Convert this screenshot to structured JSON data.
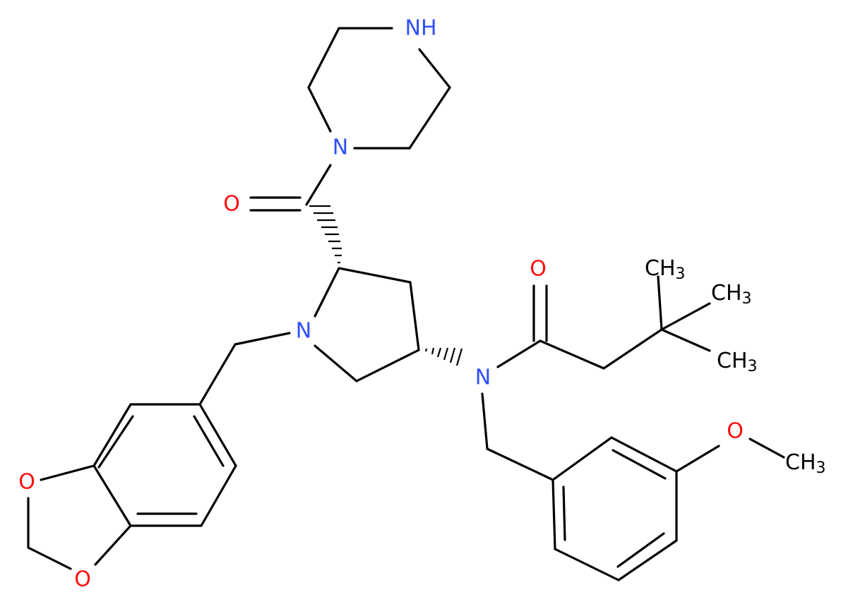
{
  "colors": {
    "bond": "#000000",
    "nitrogen": "#3050F8",
    "oxygen": "#FF0D0D",
    "carbon_label": "#000000",
    "background": "#FFFFFF"
  },
  "labels": {
    "nh": "NH",
    "n_piperazine": "N",
    "o_carbonyl_top": "O",
    "n_pyrrolidine": "N",
    "n_amide": "N",
    "o_amide": "O",
    "ch3_a": "CH",
    "ch3_b": "CH",
    "ch3_c": "CH",
    "ch3_methoxy": "CH",
    "sub3": "3",
    "o_methoxy": "O",
    "o_dioxole_top": "O",
    "o_dioxole_bottom": "O"
  }
}
